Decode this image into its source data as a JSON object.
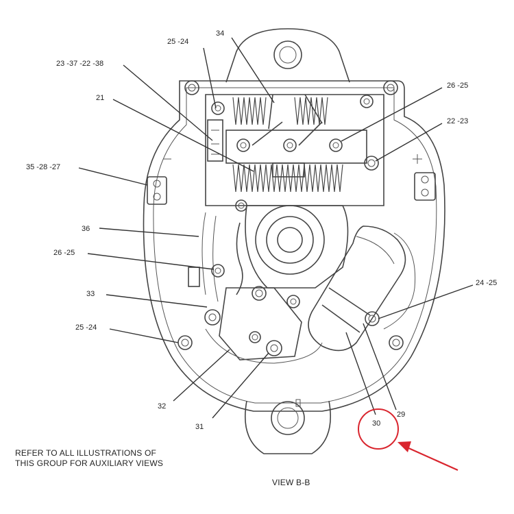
{
  "callouts": {
    "c_25_24_top": "25 -24",
    "c_34": "34",
    "c_23_37_22_38": "23 -37 -22 -38",
    "c_21": "21",
    "c_26_25_right": "26 -25",
    "c_22_23": "22 -23",
    "c_35_28_27": "35 -28 -27",
    "c_36": "36",
    "c_26_25_left": "26 -25",
    "c_33": "33",
    "c_24_25": "24 -25",
    "c_25_24_left": "25 -24",
    "c_32": "32",
    "c_31": "31",
    "c_30": "30",
    "c_29": "29"
  },
  "notes": {
    "refer_line1": "REFER TO ALL ILLUSTRATIONS OF",
    "refer_line2": "THIS GROUP FOR AUXILIARY VIEWS",
    "view_label": "VIEW B-B"
  },
  "colors": {
    "highlight": "#d9252e",
    "line": "#333333",
    "background": "#ffffff"
  },
  "highlighted_callout": "30"
}
